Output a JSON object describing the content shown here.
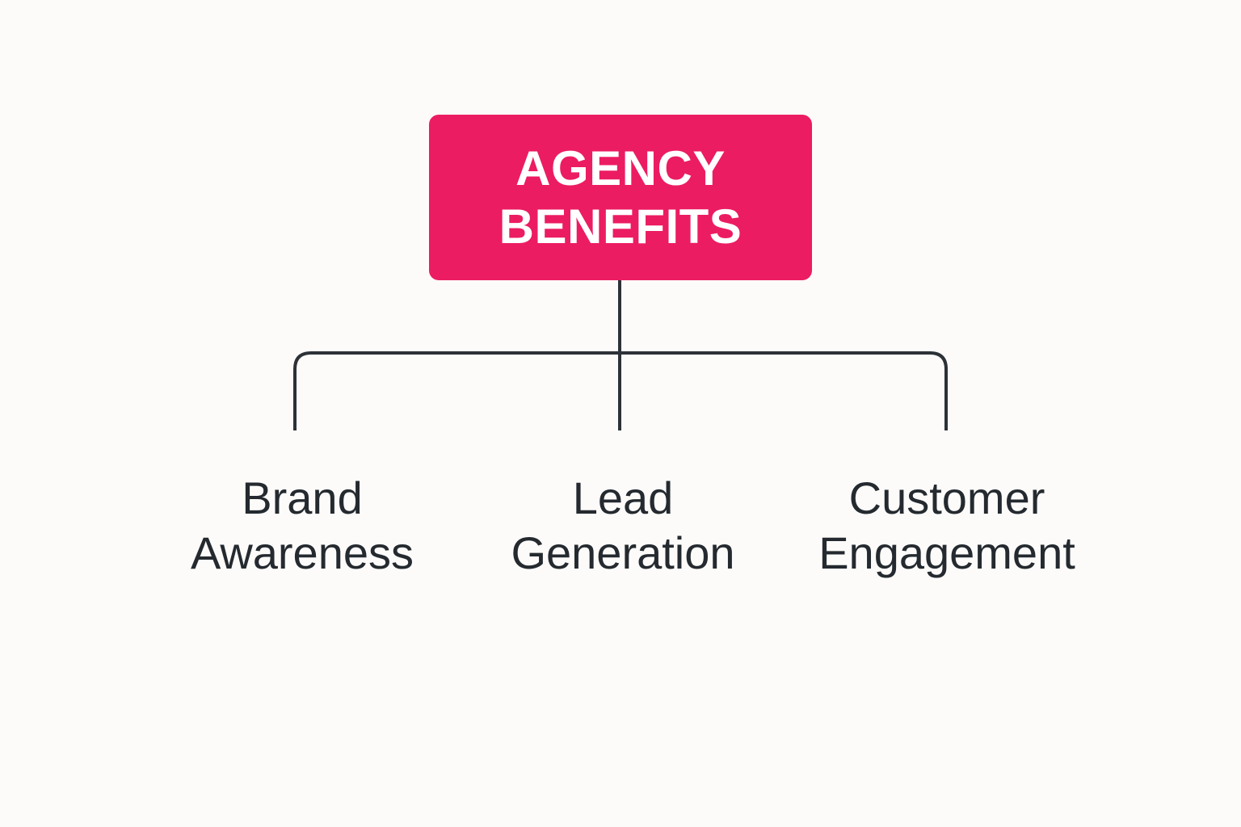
{
  "diagram": {
    "root": {
      "line1": "AGENCY",
      "line2": "BENEFITS"
    },
    "children": [
      {
        "line1": "Brand",
        "line2": "Awareness"
      },
      {
        "line1": "Lead",
        "line2": "Generation"
      },
      {
        "line1": "Customer",
        "line2": "Engagement"
      }
    ]
  },
  "colors": {
    "background": "#fcfbf9",
    "root_fill": "#ec1c62",
    "root_text": "#ffffff",
    "connector": "#2c3237",
    "child_text": "#242a2f"
  }
}
